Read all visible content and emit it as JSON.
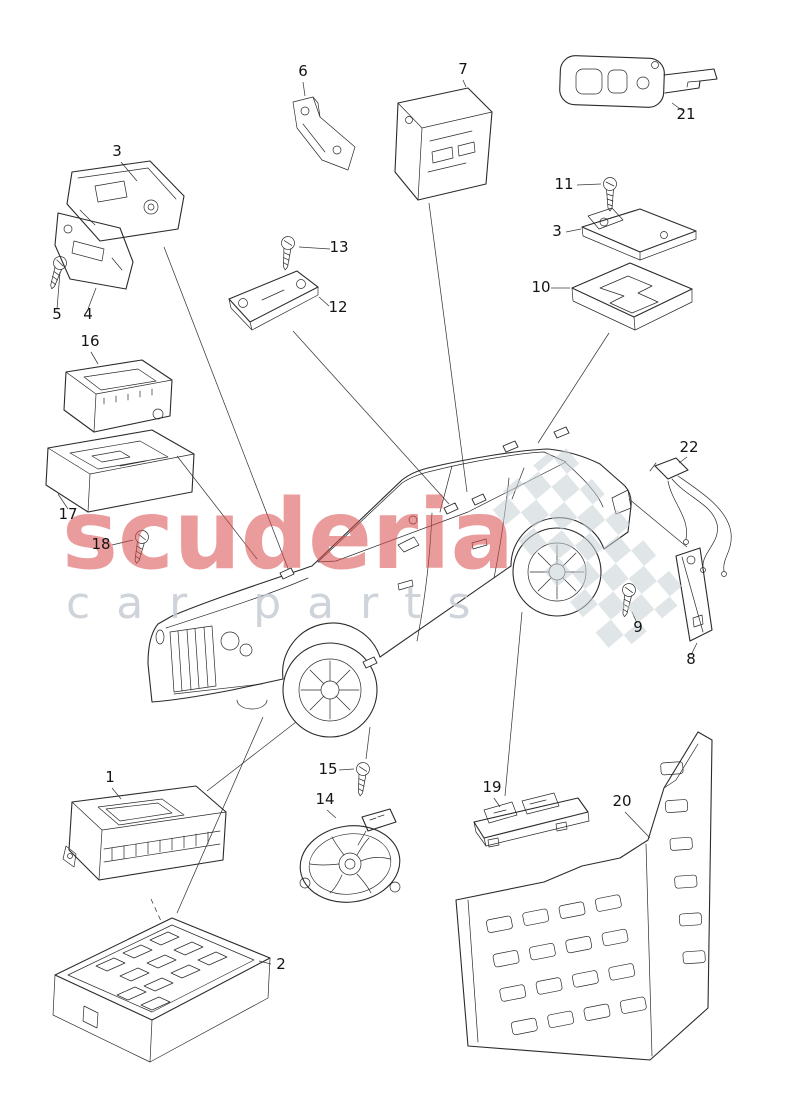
{
  "watermark": {
    "brand": "scuderia",
    "tagline": "car parts"
  },
  "colors": {
    "brand_red": "#d94b4b",
    "watermark_gray": "#c5ccd3"
  },
  "callouts": {
    "n1": "1",
    "n2": "2",
    "n3a": "3",
    "n3b": "3",
    "n4": "4",
    "n5": "5",
    "n6": "6",
    "n7": "7",
    "n8": "8",
    "n9": "9",
    "n10": "10",
    "n11": "11",
    "n12": "12",
    "n13": "13",
    "n14": "14",
    "n15": "15",
    "n16": "16",
    "n17": "17",
    "n18": "18",
    "n19": "19",
    "n20": "20",
    "n21": "21",
    "n22": "22"
  }
}
